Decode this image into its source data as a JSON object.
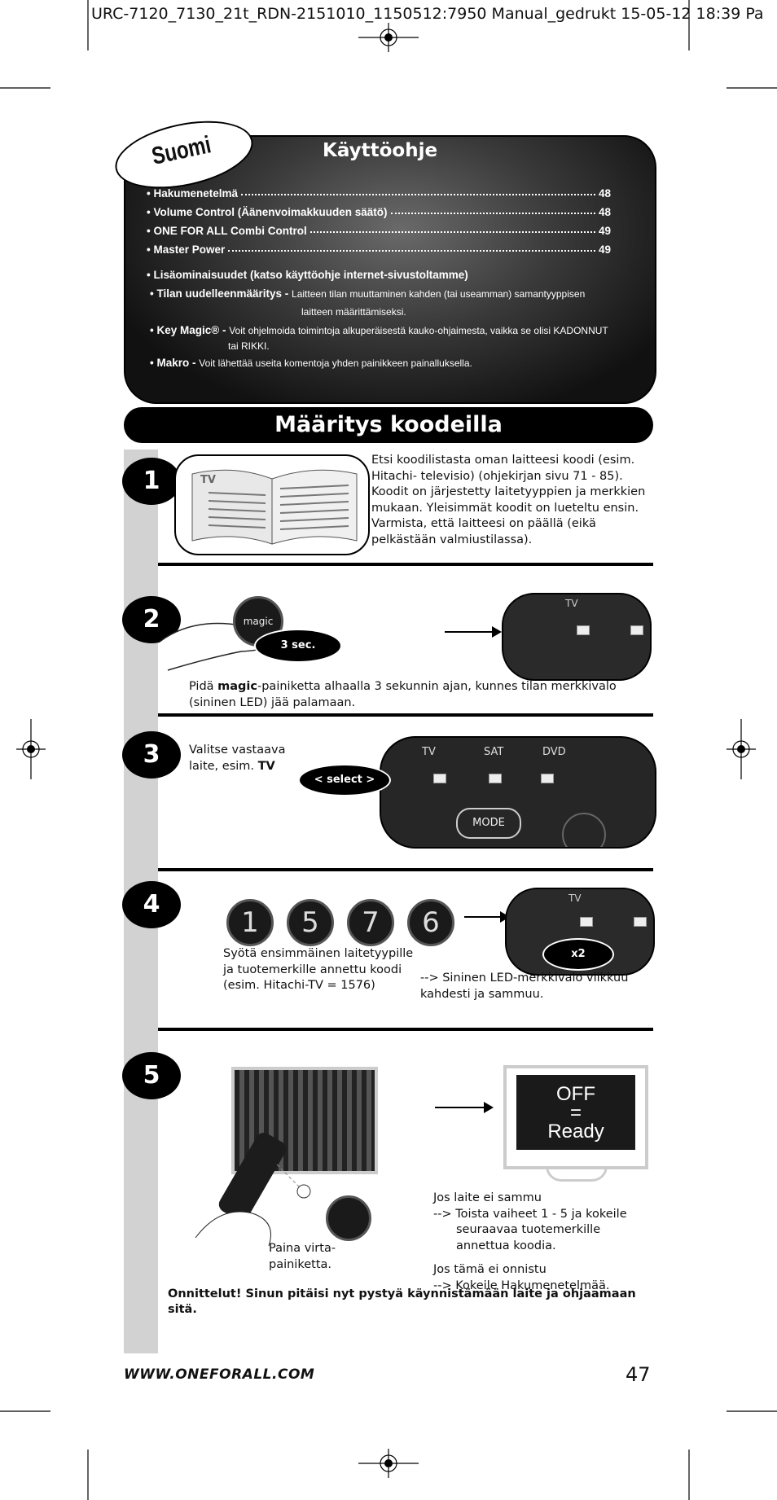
{
  "header": {
    "print_line": "URC-7120_7130_21t_RDN-2151010_1150512:7950 Manual_gedrukt  15-05-12  18:39  Pa"
  },
  "toc_panel": {
    "language_tab": "Suomi",
    "title": "Käyttöohje",
    "entries": [
      {
        "label": "• Hakumenetelmä",
        "page": "48"
      },
      {
        "label": "• Volume Control (Äänenvoimakkuuden säätö)",
        "page": "48"
      },
      {
        "label": "• ONE FOR ALL Combi Control",
        "page": "49"
      },
      {
        "label": "• Master Power",
        "page": "49"
      }
    ],
    "extras_heading": "• Lisäominaisuudet (katso käyttöohje internet-sivustoltamme)",
    "extras": [
      {
        "name": "• Tilan uudelleenmääritys -",
        "text": "Laitteen tilan muuttaminen kahden (tai useamman) samantyyppisen",
        "text2": "laitteen määrittämiseksi."
      },
      {
        "name": "• Key Magic® -",
        "text": "Voit ohjelmoida toimintoja alkuperäisestä kauko-ohjaimesta, vaikka se olisi KADONNUT",
        "text2": "tai RIKKI."
      },
      {
        "name": "• Makro -",
        "text": "Voit lähettää useita komentoja yhden painikkeen painalluksella.",
        "text2": ""
      }
    ]
  },
  "section_title": "Määritys koodeilla",
  "steps": {
    "s1": {
      "num": "1",
      "book_label": "TV",
      "text": "Etsi koodilistasta oman laitteesi koodi (esim. Hitachi- televisio) (ohjekirjan sivu 71 - 85). Koodit on järjestetty laitetyyppien ja merkkien mukaan. Yleisimmät koodit on lueteltu ensin. Varmista, että laitteesi on päällä (eikä pelkästään valmiustilassa)."
    },
    "s2": {
      "num": "2",
      "magic_key": "magic",
      "pill": "3 sec.",
      "device_label": "TV",
      "text_pre": "Pidä ",
      "text_bold": "magic",
      "text_post": "-painiketta alhaalla 3 sekunnin ajan, kunnes tilan merkkivalo (sininen LED) jää palamaan."
    },
    "s3": {
      "num": "3",
      "text_pre": "Valitse vastaava laite, esim. ",
      "text_bold": "TV",
      "pill": "< select >",
      "modes": [
        "TV",
        "SAT",
        "DVD"
      ],
      "mode_key": "MODE"
    },
    "s4": {
      "num": "4",
      "digits": [
        "1",
        "5",
        "7",
        "6"
      ],
      "text": "Syötä ensimmäinen laitetyypille ja tuotemerkille annettu koodi (esim. Hitachi-TV = 1576)",
      "device_label": "TV",
      "pill": "x2",
      "result": "--> Sininen LED-merkkivalo vilkkuu kahdesti ja sammuu."
    },
    "s5": {
      "num": "5",
      "press_text": "Paina virta-painiketta.",
      "screen_l1": "OFF",
      "screen_l2": "=",
      "screen_l3": "Ready",
      "fail1_a": "Jos laite ei sammu",
      "fail1_b": "--> Toista vaiheet 1 - 5 ja kokeile",
      "fail1_c": "seuraavaa tuotemerkille",
      "fail1_d": "annettua koodia.",
      "fail2_a": "Jos tämä ei onnistu",
      "fail2_b": "--> Kokeile Hakumenetelmää."
    }
  },
  "congrats": "Onnittelut! Sinun pitäisi nyt pystyä käynnistämään laite ja ohjaamaan sitä.",
  "footer": {
    "url": "WWW.ONEFORALL.COM",
    "page_number": "47"
  }
}
